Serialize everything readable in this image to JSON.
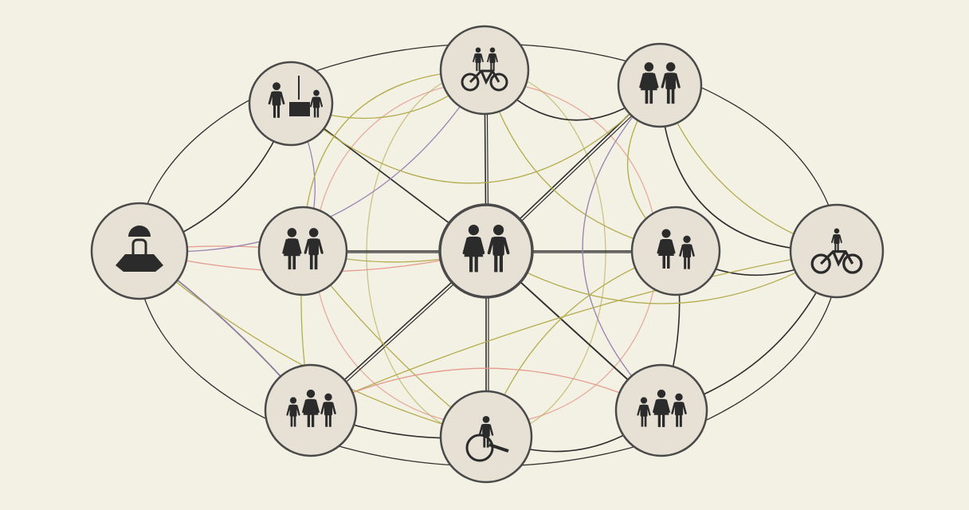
{
  "diagram": {
    "colors": {
      "background": "#f3f0e4",
      "node_fill": "#e6e1d4",
      "node_stroke": "#4a4a4a",
      "icon": "#2b2b2b",
      "edge_dark": "#2e2e2e",
      "edge_olive": "#b4ad4e",
      "edge_pink": "#e59a8c",
      "edge_purple": "#9a83b3"
    },
    "nodes": [
      {
        "id": "workers",
        "icon": "workers-machine-icon"
      },
      {
        "id": "tandem",
        "icon": "tandem-bicycle-icon"
      },
      {
        "id": "couple-top",
        "icon": "couple-icon"
      },
      {
        "id": "robot",
        "icon": "robot-person-icon"
      },
      {
        "id": "couple-left",
        "icon": "couple-icon"
      },
      {
        "id": "center",
        "icon": "couple-icon"
      },
      {
        "id": "parent-child",
        "icon": "adult-child-icon"
      },
      {
        "id": "cyclist",
        "icon": "cyclist-icon"
      },
      {
        "id": "family-left",
        "icon": "family-icon"
      },
      {
        "id": "wheelchair",
        "icon": "wheelchair-user-icon"
      },
      {
        "id": "family-right",
        "icon": "family-icon"
      }
    ],
    "edges": [
      [
        "center",
        "workers",
        "dark"
      ],
      [
        "center",
        "tandem",
        "dark"
      ],
      [
        "center",
        "couple-top",
        "dark"
      ],
      [
        "center",
        "couple-left",
        "dark"
      ],
      [
        "center",
        "parent-child",
        "dark"
      ],
      [
        "center",
        "family-left",
        "dark"
      ],
      [
        "center",
        "wheelchair",
        "dark"
      ],
      [
        "center",
        "family-right",
        "dark"
      ],
      [
        "workers",
        "tandem",
        "olive"
      ],
      [
        "tandem",
        "couple-top",
        "dark"
      ],
      [
        "workers",
        "robot",
        "dark"
      ],
      [
        "robot",
        "family-left",
        "dark"
      ],
      [
        "family-left",
        "wheelchair",
        "dark"
      ],
      [
        "wheelchair",
        "family-right",
        "dark"
      ],
      [
        "couple-top",
        "cyclist",
        "dark"
      ],
      [
        "cyclist",
        "family-right",
        "dark"
      ],
      [
        "robot",
        "couple-left",
        "pink"
      ],
      [
        "couple-left",
        "center",
        "olive"
      ],
      [
        "parent-child",
        "cyclist",
        "dark"
      ],
      [
        "couple-top",
        "parent-child",
        "olive"
      ],
      [
        "workers",
        "couple-left",
        "purple"
      ],
      [
        "family-left",
        "couple-left",
        "olive"
      ],
      [
        "family-right",
        "parent-child",
        "dark"
      ],
      [
        "tandem",
        "parent-child",
        "olive"
      ],
      [
        "tandem",
        "couple-left",
        "olive"
      ],
      [
        "wheelchair",
        "parent-child",
        "olive"
      ],
      [
        "wheelchair",
        "couple-left",
        "olive"
      ],
      [
        "robot",
        "wheelchair",
        "olive"
      ],
      [
        "robot",
        "tandem",
        "purple"
      ],
      [
        "couple-top",
        "family-right",
        "purple"
      ],
      [
        "cyclist",
        "couple-top",
        "olive"
      ],
      [
        "family-left",
        "cyclist",
        "olive"
      ],
      [
        "robot",
        "center",
        "pink"
      ],
      [
        "center",
        "cyclist",
        "olive"
      ],
      [
        "workers",
        "couple-top",
        "olive"
      ],
      [
        "family-left",
        "family-right",
        "pink"
      ],
      [
        "robot",
        "family-left",
        "purple"
      ]
    ]
  }
}
